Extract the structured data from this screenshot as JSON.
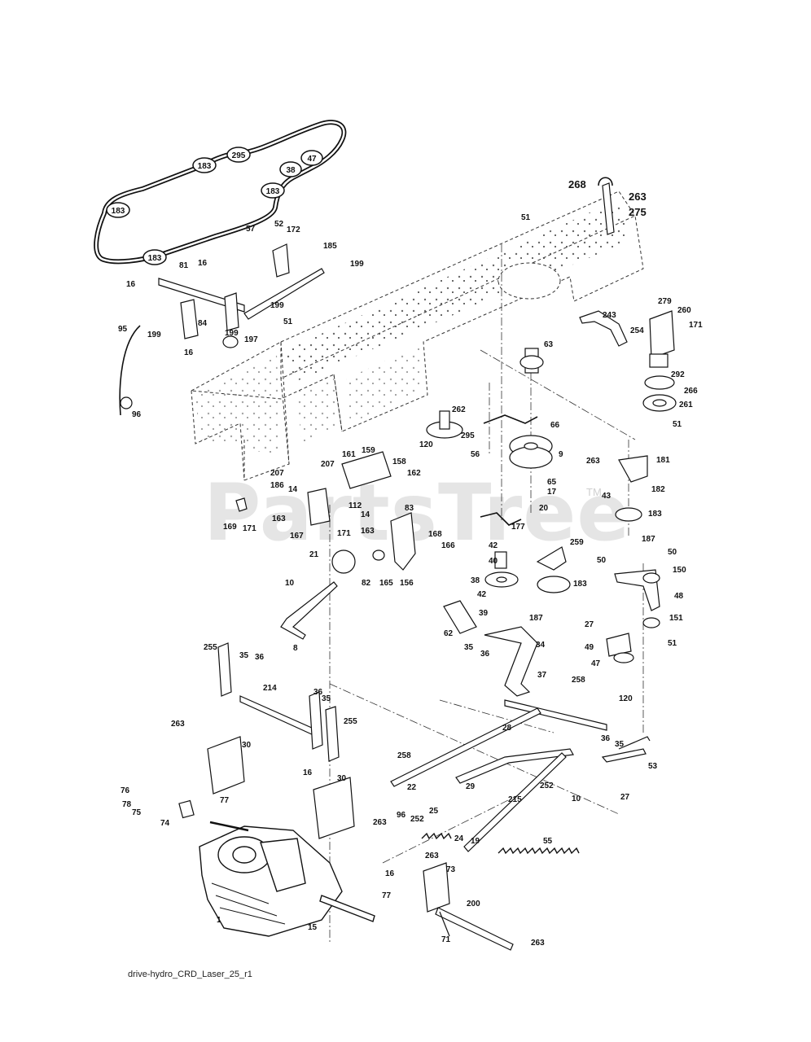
{
  "watermark": {
    "text": "PartsTree",
    "tm": "TM"
  },
  "caption": "drive-hydro_CRD_Laser_25_r1",
  "belt_pulley_labels": [
    "183",
    "183",
    "295",
    "47",
    "38",
    "183",
    "183"
  ],
  "callouts": [
    "268",
    "263",
    "275",
    "51",
    "52",
    "172",
    "185",
    "199",
    "16",
    "81",
    "16",
    "199",
    "51",
    "84",
    "199",
    "197",
    "95",
    "199",
    "16",
    "96",
    "57",
    "243",
    "254",
    "279",
    "260",
    "171",
    "63",
    "292",
    "266",
    "261",
    "51",
    "262",
    "295",
    "120",
    "56",
    "66",
    "9",
    "263",
    "181",
    "65",
    "17",
    "20",
    "182",
    "43",
    "183",
    "187",
    "207",
    "161",
    "159",
    "158",
    "162",
    "186",
    "14",
    "207",
    "169",
    "171",
    "163",
    "112",
    "171",
    "167",
    "14",
    "163",
    "83",
    "168",
    "166",
    "177",
    "42",
    "40",
    "259",
    "21",
    "82",
    "165",
    "156",
    "50",
    "50",
    "150",
    "48",
    "10",
    "38",
    "183",
    "42",
    "39",
    "187",
    "62",
    "27",
    "151",
    "35",
    "36",
    "34",
    "49",
    "51",
    "8",
    "47",
    "37",
    "255",
    "35",
    "36",
    "258",
    "120",
    "214",
    "36",
    "35",
    "255",
    "28",
    "36",
    "35",
    "263",
    "30",
    "258",
    "22",
    "29",
    "53",
    "16",
    "30",
    "252",
    "10",
    "27",
    "76",
    "78",
    "77",
    "75",
    "74",
    "96",
    "252",
    "25",
    "24",
    "19",
    "215",
    "55",
    "263",
    "263",
    "73",
    "16",
    "77",
    "200",
    "1",
    "15",
    "71",
    "263"
  ]
}
